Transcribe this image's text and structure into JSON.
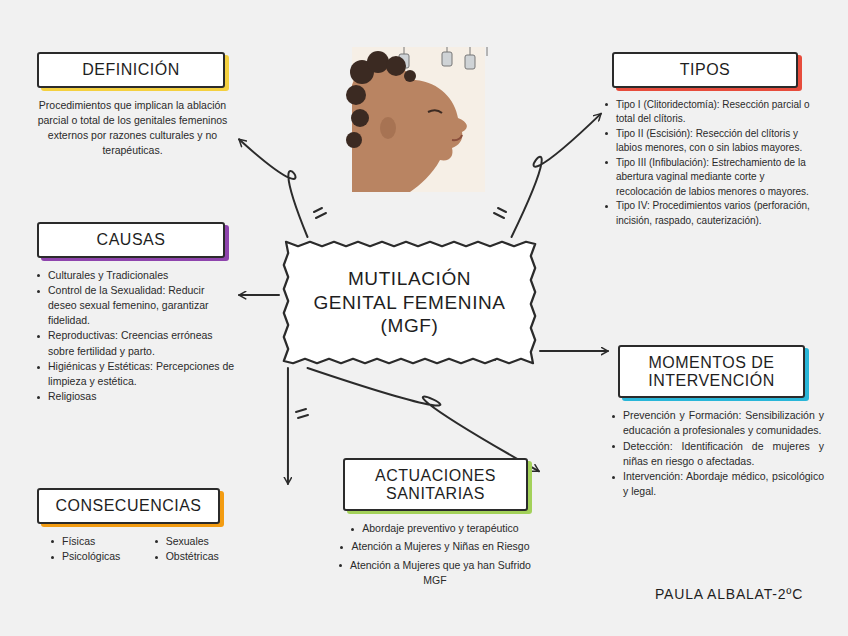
{
  "diagram": {
    "nodes": [
      {
        "text": [
          "MUTILACIÓN GENITAL FEMENINA (MGF)"
        ]
      },
      {
        "text": [
          "DEFINICIÓN",
          "Procedimientos que implican la ablación parcial o total de los genitales femeninos externos por razones culturales y no terapéuticas."
        ]
      },
      {
        "text": [
          "TIPOS",
          "Tipo I (Clitoridectomía): Resección parcial o total del clítoris.",
          "Tipo II (Escisión): Resección del clítoris y labios menores, con o sin labios mayores.",
          "Tipo III (Infibulación): Estrechamiento de la abertura vaginal mediante corte y recolocación de labios menores o mayores.",
          "Tipo IV: Procedimientos varios (perforación, incisión, raspado, cauterización)."
        ]
      },
      {
        "text": [
          "CAUSAS",
          "Culturales y Tradicionales",
          "Control de la Sexualidad: Reducir deseo sexual femenino, garantizar fidelidad.",
          "Reproductivas: Creencias erróneas sobre fertilidad y parto.",
          "Higiénicas y Estéticas: Percepciones de limpieza y estética.",
          "Religiosas"
        ]
      },
      {
        "text": [
          "MOMENTOS DE INTERVENCIÓN",
          "Prevención y Formación: Sensibilización y educación a profesionales y comunidades.",
          "Detección: Identificación de mujeres y niñas en riesgo o afectadas.",
          "Intervención: Abordaje médico, psicológico y legal."
        ]
      },
      {
        "text": [
          "CONSECUENCIAS",
          "Físicas",
          "Psicológicas",
          "Sexuales",
          "Obstétricas"
        ]
      },
      {
        "text": [
          "ACTUACIONES SANITARIAS",
          "Abordaje preventivo y terapéutico",
          "Atención a Mujeres y Niñas en Riesgo",
          "Atención a Mujeres que ya han Sufrido MGF"
        ]
      }
    ],
    "edges": [
      {
        "from": 0,
        "to": 1,
        "arrow": "to"
      },
      {
        "from": 0,
        "to": 2,
        "arrow": "to"
      },
      {
        "from": 0,
        "to": 3,
        "arrow": "to"
      },
      {
        "from": 0,
        "to": 4,
        "arrow": "to"
      },
      {
        "from": 0,
        "to": 5,
        "arrow": "to"
      },
      {
        "from": 0,
        "to": 6,
        "arrow": "to"
      }
    ],
    "labels": [
      "PAULA ALBALAT-2ºC"
    ]
  }
}
